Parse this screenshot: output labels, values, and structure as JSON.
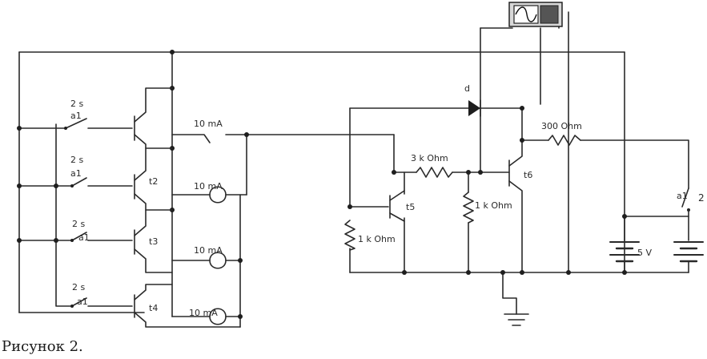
{
  "caption": "Рисунок 2.",
  "timer_label": "2 s",
  "switch_ref": "a1",
  "fuse_rating": "10 mA",
  "transistors": {
    "t2": "t2",
    "t3": "t3",
    "t4": "t4",
    "t5": "t5",
    "t6": "t6"
  },
  "resistors": {
    "r_base_t6": "3 k Ohm",
    "r_t5_base": "1 k Ohm",
    "r_t6_base": "1 k Ohm",
    "r_collector": "300 Ohm"
  },
  "diode_label": "d",
  "battery_voltage": "5 V",
  "right_switch_num": "2"
}
